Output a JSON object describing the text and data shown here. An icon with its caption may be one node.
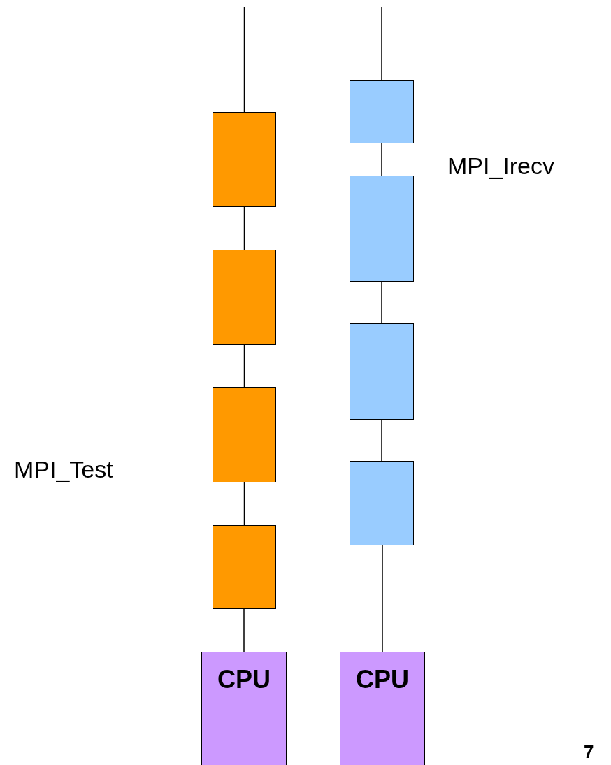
{
  "diagram": {
    "nodes": [
      {
        "text": [],
        "shape": "box"
      },
      {
        "text": [],
        "shape": "box"
      },
      {
        "text": [],
        "shape": "box"
      },
      {
        "text": [],
        "shape": "box"
      },
      {
        "text": [
          "CPU"
        ]
      },
      {
        "text": [],
        "shape": "box"
      },
      {
        "text": [],
        "shape": "box"
      },
      {
        "text": [],
        "shape": "box"
      },
      {
        "text": [],
        "shape": "box"
      },
      {
        "text": [
          "CPU"
        ]
      }
    ],
    "edges": [
      {
        "from": null,
        "to": 0,
        "arrow": "none"
      },
      {
        "from": 0,
        "to": 1,
        "arrow": "none"
      },
      {
        "from": 1,
        "to": 2,
        "arrow": "none"
      },
      {
        "from": 2,
        "to": 3,
        "arrow": "none"
      },
      {
        "from": 3,
        "to": 4,
        "arrow": "none"
      },
      {
        "from": null,
        "to": 5,
        "arrow": "none"
      },
      {
        "from": 5,
        "to": 6,
        "arrow": "none"
      },
      {
        "from": 6,
        "to": 7,
        "arrow": "none"
      },
      {
        "from": 7,
        "to": 8,
        "arrow": "none"
      },
      {
        "from": 8,
        "to": 9,
        "arrow": "none"
      }
    ],
    "labels": [
      "MPI_Irecv",
      "MPI_Test",
      "7"
    ]
  }
}
